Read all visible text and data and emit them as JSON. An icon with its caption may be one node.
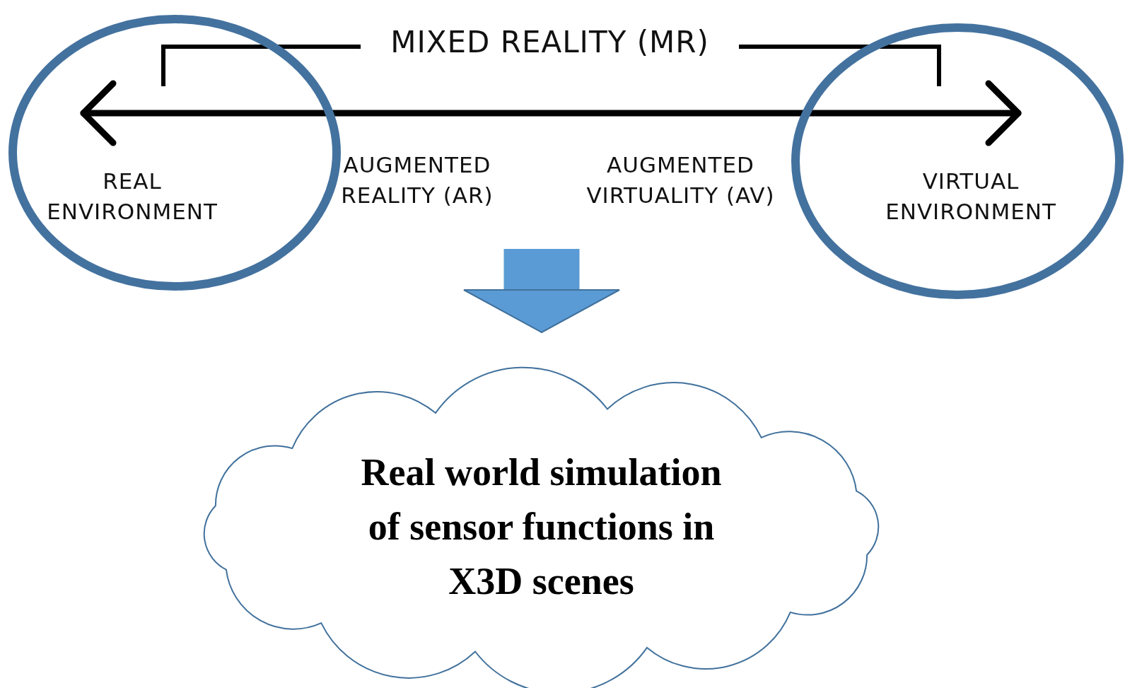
{
  "diagram": {
    "nodes": [
      {
        "text": [
          "REAL ENVIRONMENT"
        ]
      },
      {
        "text": [
          "VIRTUAL ENVIRONMENT"
        ]
      },
      {
        "text": [
          "Real world simulation of sensor functions in X3D scenes"
        ]
      }
    ],
    "edges": [
      {
        "from": null,
        "to": 2,
        "arrow": "to"
      }
    ],
    "labels": [
      "MIXED REALITY (MR)",
      "AUGMENTED REALITY (AR)",
      "AUGMENTED VIRTUALITY (AV)"
    ]
  }
}
